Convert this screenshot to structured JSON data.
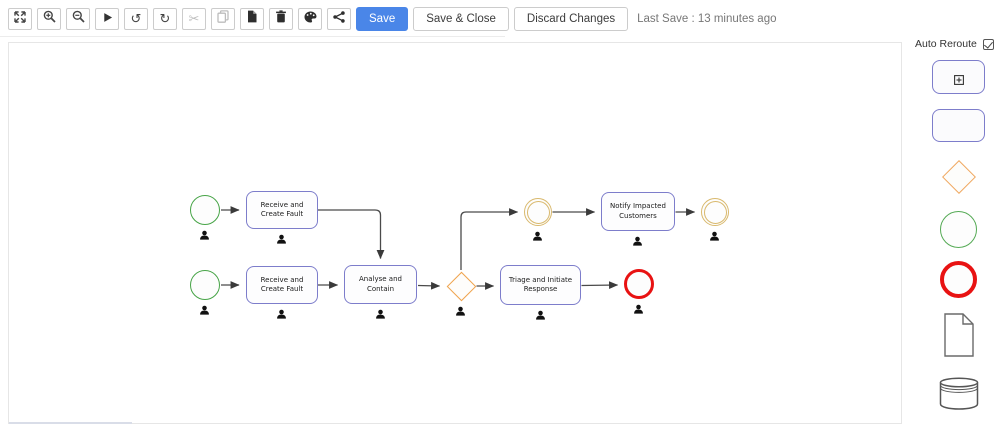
{
  "toolbar": {
    "icon_buttons": [
      {
        "name": "fit-screen",
        "enabled": true
      },
      {
        "name": "zoom-in",
        "enabled": true
      },
      {
        "name": "zoom-out",
        "enabled": true
      },
      {
        "name": "play",
        "enabled": true
      },
      {
        "name": "undo",
        "enabled": true
      },
      {
        "name": "redo",
        "enabled": true
      },
      {
        "name": "cut",
        "enabled": false
      },
      {
        "name": "copy",
        "enabled": false
      },
      {
        "name": "paste",
        "enabled": true
      },
      {
        "name": "delete",
        "enabled": true
      },
      {
        "name": "theme-palette",
        "enabled": true
      },
      {
        "name": "share",
        "enabled": true
      }
    ],
    "undo_glyph": "↺",
    "redo_glyph": "↻",
    "cut_glyph": "✂",
    "save_label": "Save",
    "save_and_close_label": "Save & Close",
    "discard_label": "Discard Changes",
    "last_save_text": "Last Save : 13 minutes ago"
  },
  "panel": {
    "auto_reroute_label": "Auto Reroute",
    "auto_reroute_checked": true,
    "shapes": [
      "subprocess",
      "task",
      "gateway",
      "start-event",
      "end-event",
      "document",
      "datastore"
    ]
  },
  "diagram": {
    "nodes": [
      {
        "id": "start-1",
        "type": "start-event",
        "label": ""
      },
      {
        "id": "task-receive-top",
        "type": "user-task",
        "label": "Receive and Create Fault"
      },
      {
        "id": "start-2",
        "type": "start-event",
        "label": ""
      },
      {
        "id": "task-receive-bottom",
        "type": "user-task",
        "label": "Receive and Create Fault"
      },
      {
        "id": "task-analyse",
        "type": "user-task",
        "label": "Analyse and Contain"
      },
      {
        "id": "gateway-1",
        "type": "exclusive-gateway",
        "label": ""
      },
      {
        "id": "event-intermediate-1",
        "type": "intermediate-event",
        "label": ""
      },
      {
        "id": "task-notify",
        "type": "user-task",
        "label": "Notify Impacted Customers"
      },
      {
        "id": "event-intermediate-2",
        "type": "intermediate-event",
        "label": ""
      },
      {
        "id": "task-triage",
        "type": "user-task",
        "label": "Triage and Initiate Response"
      },
      {
        "id": "end-1",
        "type": "end-event",
        "label": ""
      }
    ],
    "edges": [
      "start-1 -> task-receive-top",
      "task-receive-top -> task-analyse",
      "start-2 -> task-receive-bottom",
      "task-receive-bottom -> task-analyse",
      "task-analyse -> gateway-1",
      "gateway-1 -> event-intermediate-1",
      "event-intermediate-1 -> task-notify",
      "task-notify -> event-intermediate-2",
      "gateway-1 -> task-triage",
      "task-triage -> end-1"
    ]
  },
  "colors": {
    "accent_blue": "#4a86e8",
    "task_border": "#7d7dcb",
    "start_event_green": "#47a447",
    "end_event_red": "#e81212",
    "intermediate_event_tan": "#d9b96d",
    "gateway_orange": "#f0a44e",
    "edge": "#4a4a4a"
  }
}
